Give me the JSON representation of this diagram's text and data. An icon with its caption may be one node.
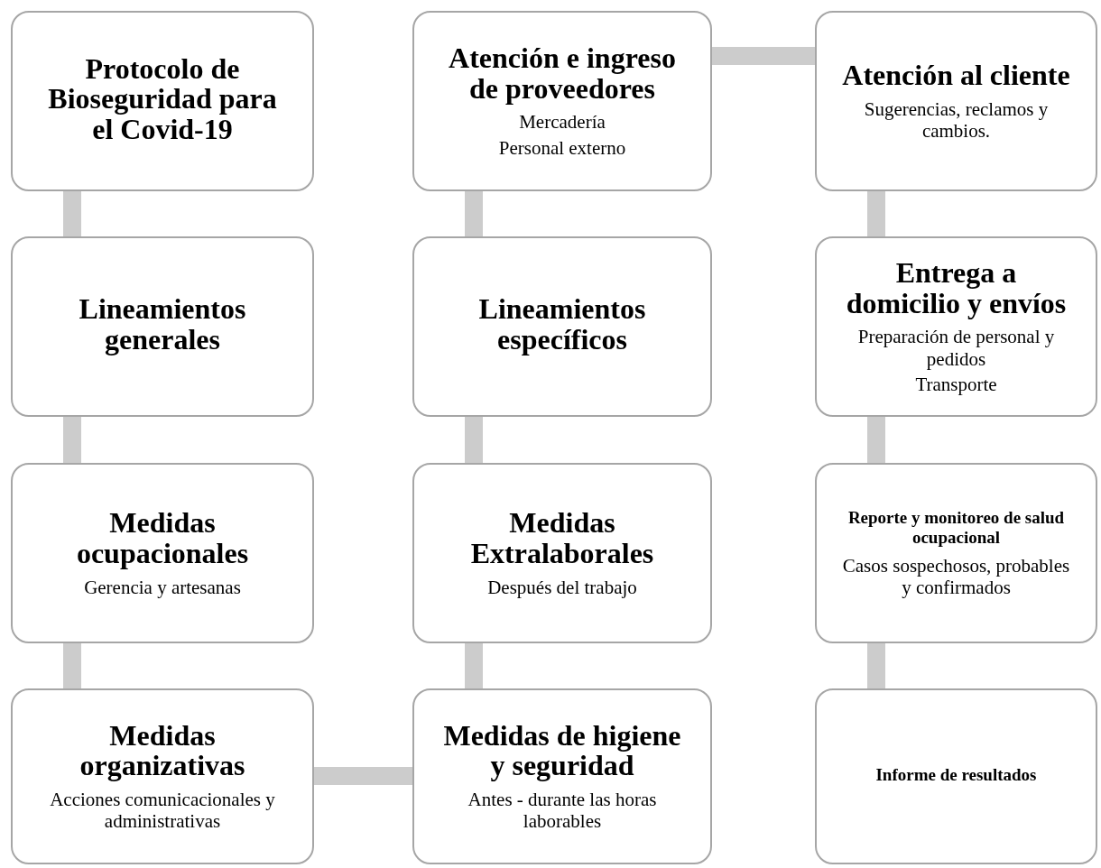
{
  "diagram": {
    "nodes": [
      {
        "text": [
          "Protocolo de Bioseguridad para el Covid-19"
        ]
      },
      {
        "text": [
          "Lineamientos generales"
        ]
      },
      {
        "text": [
          "Medidas ocupacionales",
          "Gerencia y artesanas"
        ]
      },
      {
        "text": [
          "Medidas organizativas",
          "Acciones comunicacionales y administrativas"
        ]
      },
      {
        "text": [
          "Medidas de higiene y seguridad",
          "Antes - durante las horas laborables"
        ]
      },
      {
        "text": [
          "Medidas Extralaborales",
          "Después del trabajo"
        ]
      },
      {
        "text": [
          "Lineamientos específicos"
        ]
      },
      {
        "text": [
          "Atención e ingreso de proveedores",
          "Mercadería",
          "Personal externo"
        ]
      },
      {
        "text": [
          "Atención al cliente",
          "Sugerencias, reclamos y cambios."
        ]
      },
      {
        "text": [
          "Entrega a domicilio y envíos",
          "Preparación de personal y pedidos",
          "Transporte"
        ]
      },
      {
        "text": [
          "Reporte y monitoreo de salud ocupacional",
          "Casos sospechosos, probables y confirmados"
        ]
      },
      {
        "text": [
          "Informe de resultados"
        ]
      }
    ],
    "edges": [
      {
        "from": 0,
        "to": 1,
        "arrow": "none"
      },
      {
        "from": 1,
        "to": 2,
        "arrow": "none"
      },
      {
        "from": 2,
        "to": 3,
        "arrow": "none"
      },
      {
        "from": 3,
        "to": 4,
        "arrow": "none"
      },
      {
        "from": 4,
        "to": 5,
        "arrow": "none"
      },
      {
        "from": 5,
        "to": 6,
        "arrow": "none"
      },
      {
        "from": 6,
        "to": 7,
        "arrow": "none"
      },
      {
        "from": 7,
        "to": 8,
        "arrow": "none"
      },
      {
        "from": 8,
        "to": 9,
        "arrow": "none"
      },
      {
        "from": 9,
        "to": 10,
        "arrow": "none"
      },
      {
        "from": 10,
        "to": 11,
        "arrow": "none"
      }
    ]
  }
}
